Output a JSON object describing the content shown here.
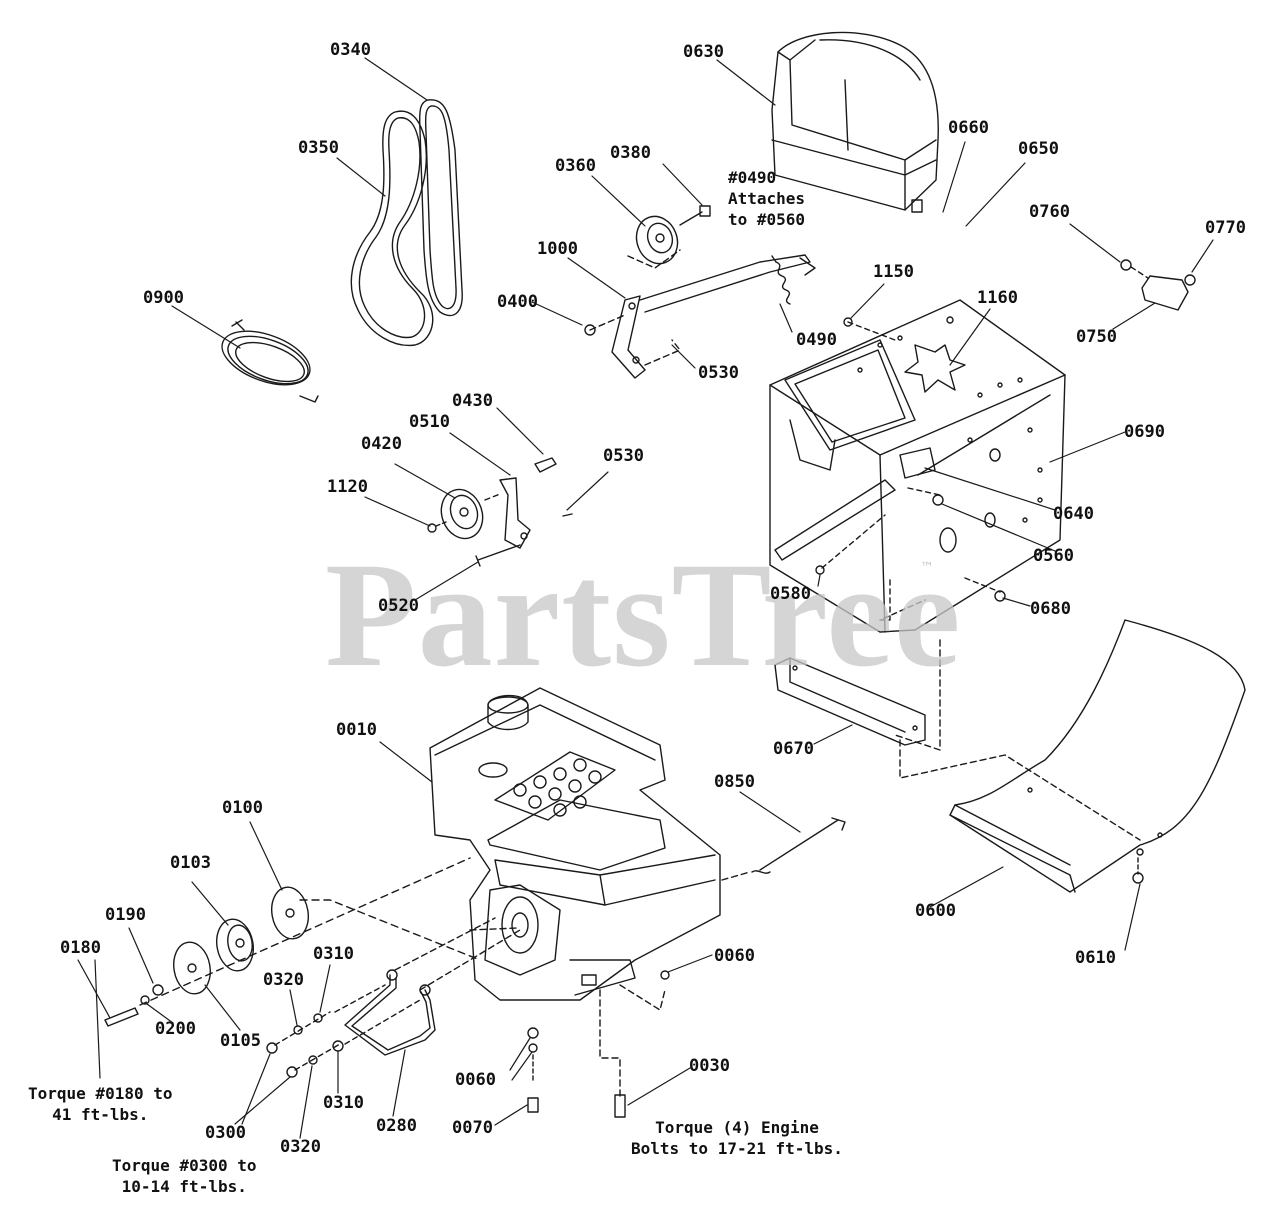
{
  "watermark": {
    "text": "PartsTree",
    "trademark": "™"
  },
  "callouts": {
    "p0340": "0340",
    "p0350": "0350",
    "p0900": "0900",
    "p0630": "0630",
    "p0660": "0660",
    "p0650": "0650",
    "p0360": "0360",
    "p0380": "0380",
    "p1000": "1000",
    "p0400": "0400",
    "p0530a": "0530",
    "p0490": "0490",
    "p1150": "1150",
    "p1160": "1160",
    "p0760": "0760",
    "p0770": "0770",
    "p0750": "0750",
    "p0430": "0430",
    "p0510": "0510",
    "p0420": "0420",
    "p1120": "1120",
    "p0530b": "0530",
    "p0520": "0520",
    "p0690": "0690",
    "p0640": "0640",
    "p0560": "0560",
    "p0580": "0580",
    "p0680": "0680",
    "p0670": "0670",
    "p0010": "0010",
    "p0850": "0850",
    "p0100": "0100",
    "p0103": "0103",
    "p0190": "0190",
    "p0180": "0180",
    "p0310a": "0310",
    "p0320a": "0320",
    "p0200": "0200",
    "p0105": "0105",
    "p0060a": "0060",
    "p0600": "0600",
    "p0610": "0610",
    "p0060b": "0060",
    "p0030": "0030",
    "p0070": "0070",
    "p0310b": "0310",
    "p0300": "0300",
    "p0320b": "0320",
    "p0280": "0280"
  },
  "notes": {
    "attaches": [
      "#0490",
      "Attaches",
      "to #0560"
    ],
    "torque0180": [
      "Torque #0180 to",
      "41 ft-lbs."
    ],
    "torque0300": [
      "Torque #0300 to",
      "10-14 ft-lbs."
    ],
    "torqueEngine": [
      "Torque (4) Engine",
      "Bolts to 17-21 ft-lbs."
    ]
  }
}
